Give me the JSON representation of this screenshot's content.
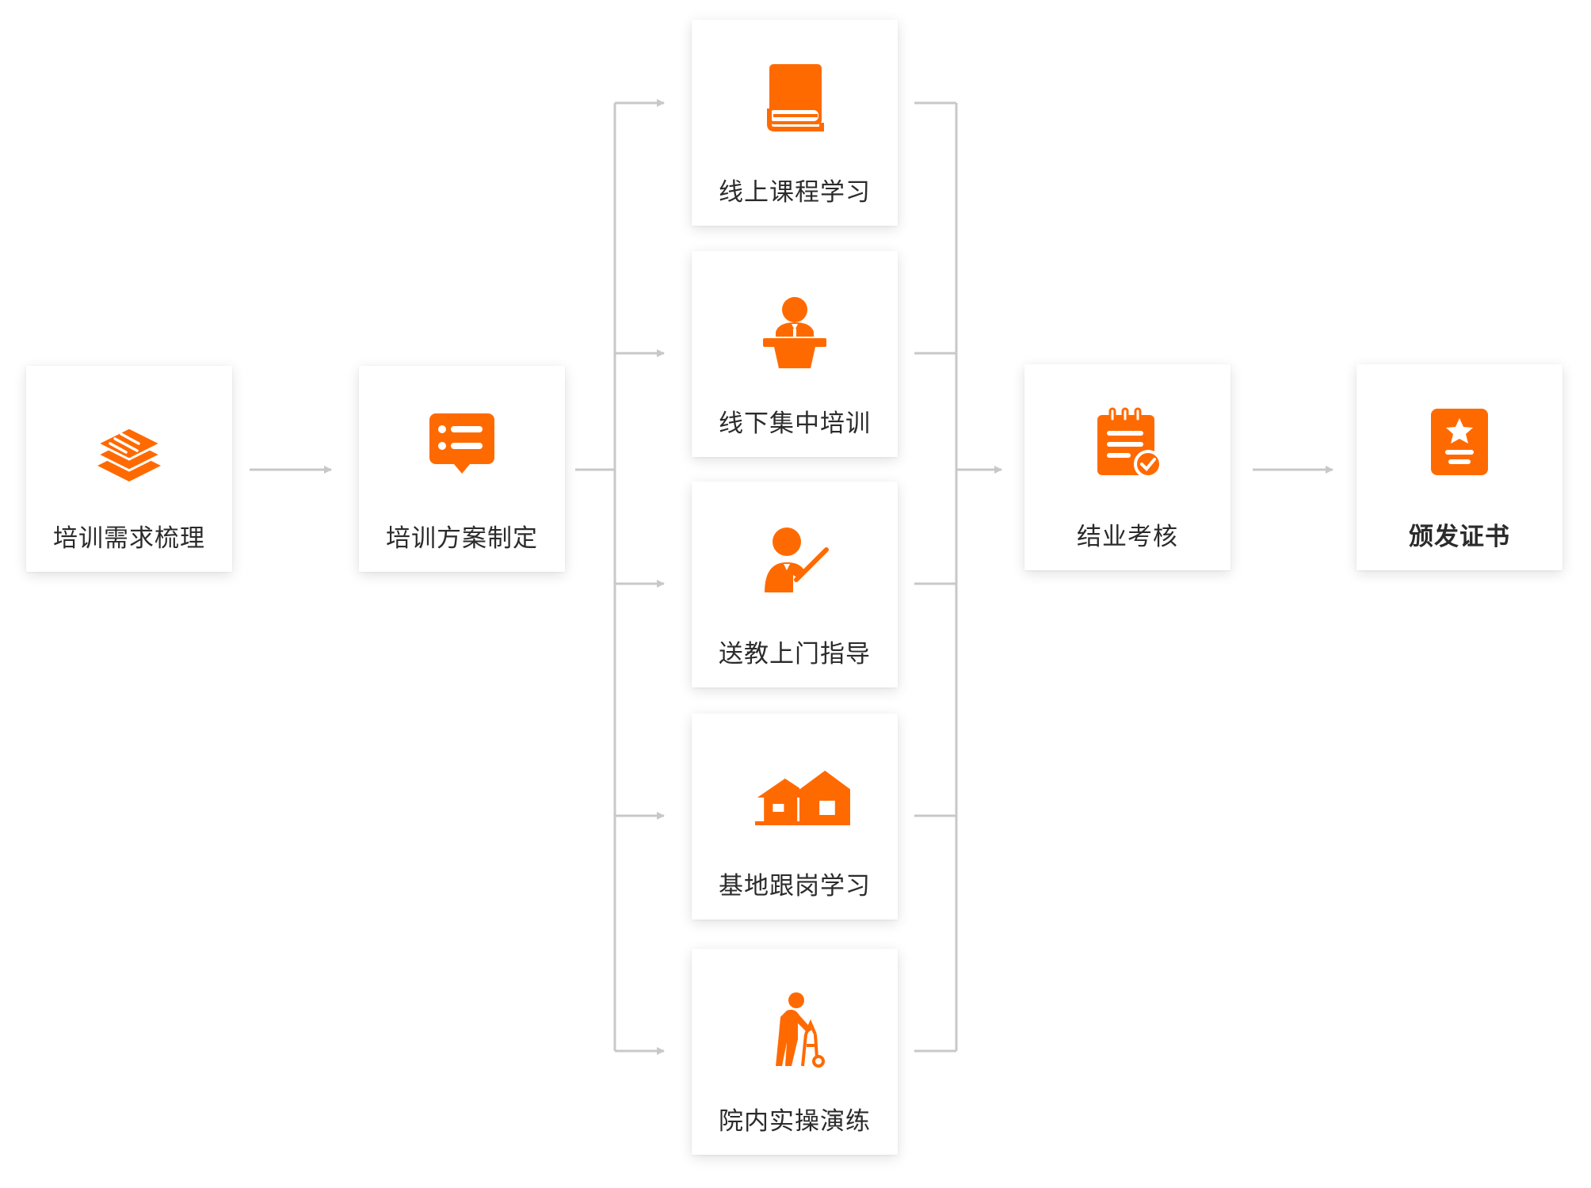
{
  "accent_color": "#ff6a00",
  "line_color": "#c8c8c8",
  "steps": [
    {
      "id": "needs",
      "label": "培训需求梳理",
      "icon": "stacked-layers-icon"
    },
    {
      "id": "plan",
      "label": "培训方案制定",
      "icon": "list-chat-icon"
    },
    {
      "id": "online",
      "label": "线上课程学习",
      "icon": "book-icon"
    },
    {
      "id": "offline",
      "label": "线下集中培训",
      "icon": "lecturer-icon"
    },
    {
      "id": "onsite",
      "label": "送教上门指导",
      "icon": "teacher-pointer-icon"
    },
    {
      "id": "base",
      "label": "基地跟岗学习",
      "icon": "houses-icon"
    },
    {
      "id": "practice",
      "label": "院内实操演练",
      "icon": "walker-person-icon"
    },
    {
      "id": "exam",
      "label": "结业考核",
      "icon": "checklist-icon"
    },
    {
      "id": "cert",
      "label": "颁发证书",
      "icon": "certificate-icon"
    }
  ]
}
